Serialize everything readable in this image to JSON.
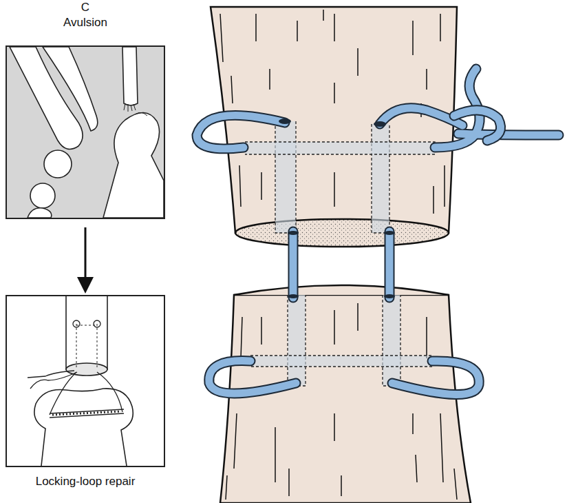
{
  "diagram": {
    "nodes": [
      {
        "text": [
          "C",
          "Avulsion"
        ]
      },
      {
        "text": [
          "Locking-loop repair"
        ]
      }
    ],
    "edges": [
      {
        "from": 0,
        "to": 1,
        "arrow": "to"
      }
    ]
  }
}
